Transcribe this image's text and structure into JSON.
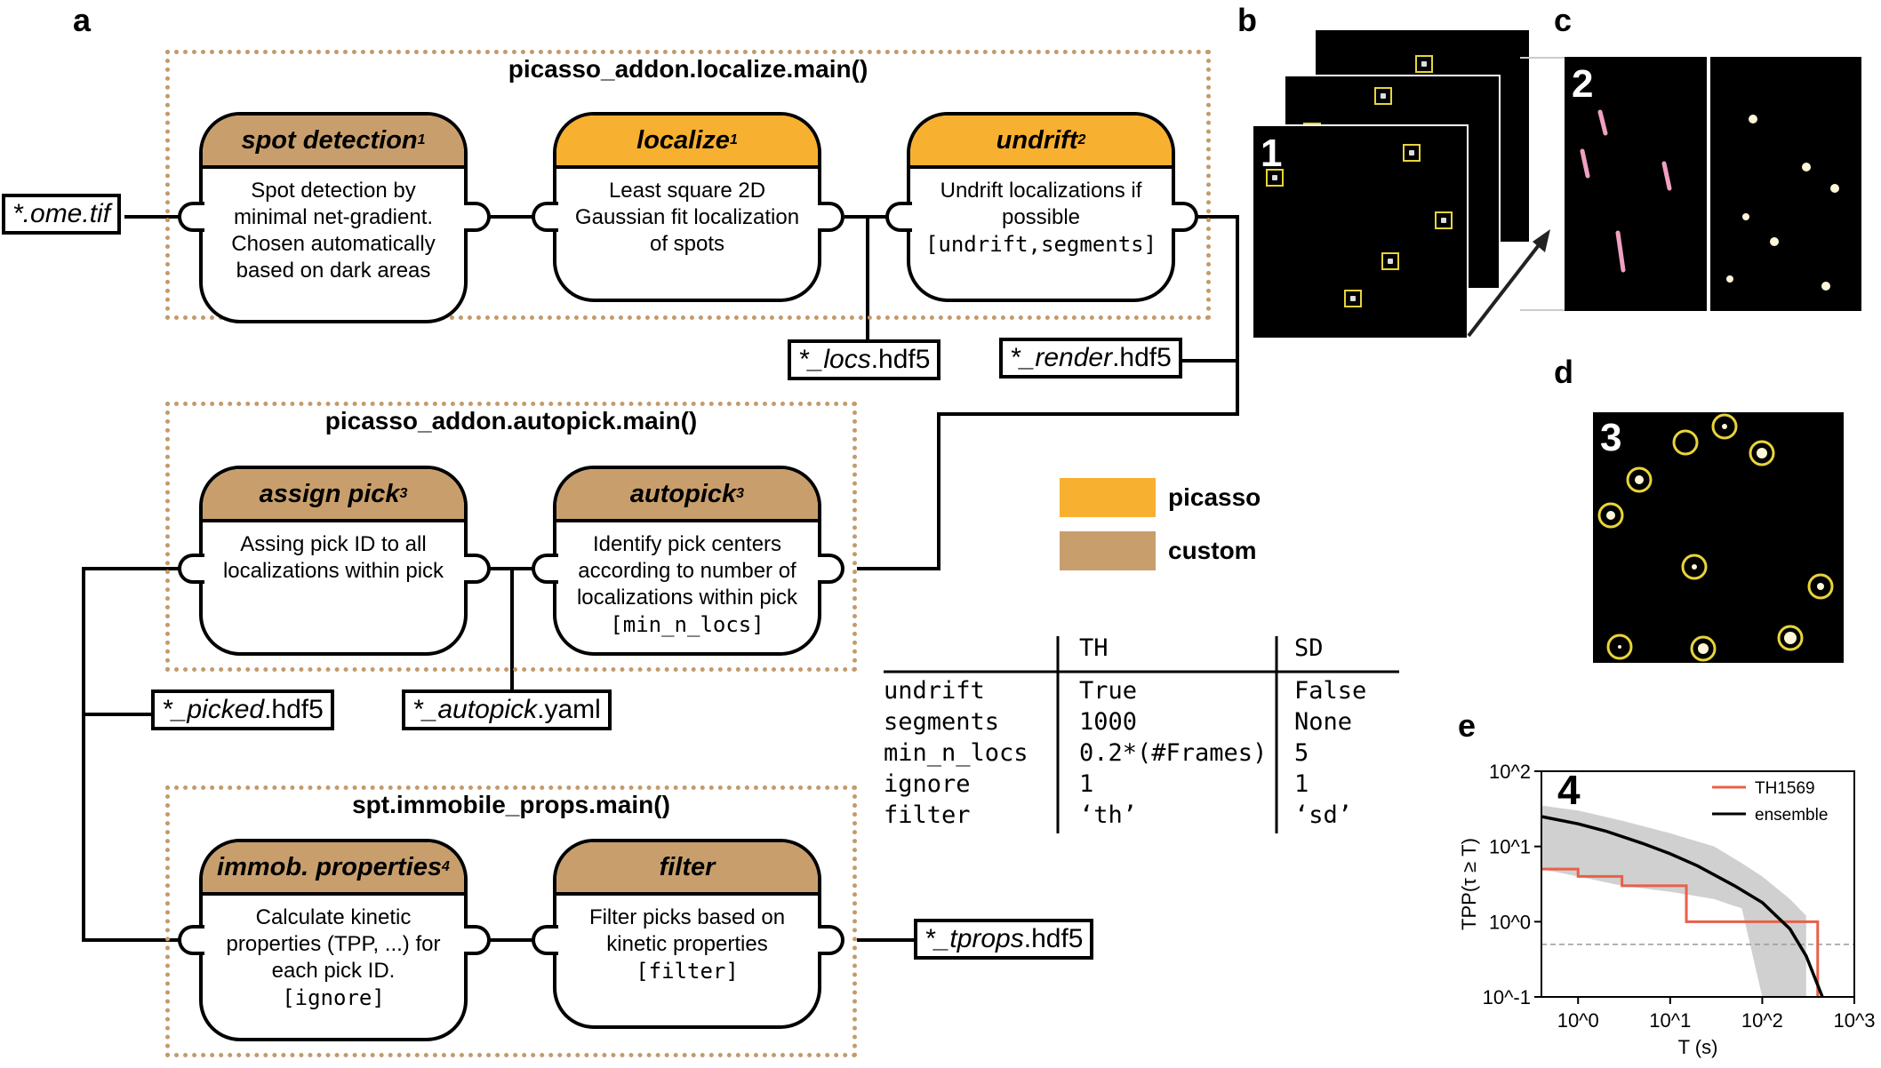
{
  "panels": {
    "a": "a",
    "b": "b",
    "c": "c",
    "d": "d",
    "e": "e"
  },
  "colors": {
    "picasso": "#f8b030",
    "custom": "#c89f6c",
    "group_border": "#c49a6c",
    "filter_line": "#e8604a",
    "image_box": "#e8d43a"
  },
  "groups": [
    {
      "title": "picasso_addon.localize.main()"
    },
    {
      "title": "picasso_addon.autopick.main()"
    },
    {
      "title": "spt.immobile_props.main()"
    }
  ],
  "modules": {
    "spot_detection": {
      "title": "spot detection",
      "sup": "1",
      "body": "Spot detection by minimal net-gradient. Chosen automatically based on dark areas",
      "param": ""
    },
    "localize": {
      "title": "localize",
      "sup": "1",
      "body": "Least square 2D Gaussian fit localization of spots",
      "param": ""
    },
    "undrift": {
      "title": "undrift",
      "sup": "2",
      "body": "Undrift localizations if possible",
      "param": "[undrift,segments]"
    },
    "assign_pick": {
      "title": "assign pick",
      "sup": "3",
      "body": "Assing pick ID to all localizations within pick",
      "param": ""
    },
    "autopick": {
      "title": "autopick",
      "sup": "3",
      "body": "Identify pick centers according to number of localizations within pick",
      "param": "[min_n_locs]"
    },
    "immob_properties": {
      "title": "immob. properties",
      "sup": "4",
      "body": "Calculate kinetic properties (TPP, ...) for each pick ID.",
      "param": "[ignore]"
    },
    "filter": {
      "title": "filter",
      "sup": "",
      "body": "Filter picks based on kinetic properties",
      "param": "[filter]"
    }
  },
  "files": {
    "ome": {
      "pre": "*.ome.tif",
      "suf": ""
    },
    "locs": {
      "pre": "*_locs",
      "suf": ".hdf5"
    },
    "render": {
      "pre": "*_render",
      "suf": ".hdf5"
    },
    "picked": {
      "pre": "*_picked",
      "suf": ".hdf5"
    },
    "autopick": {
      "pre": "*_autopick",
      "suf": ".yaml"
    },
    "tprops": {
      "pre": "*_tprops",
      "suf": ".hdf5"
    }
  },
  "legend": [
    {
      "label": "picasso",
      "color": "#f8b030"
    },
    {
      "label": "custom",
      "color": "#c89f6c"
    }
  ],
  "param_table": {
    "headers": [
      "",
      "TH",
      "SD"
    ],
    "rows": [
      [
        "undrift",
        "True",
        "False"
      ],
      [
        "segments",
        "1000",
        "None"
      ],
      [
        "min_n_locs",
        "0.2*(#Frames)",
        "5"
      ],
      [
        "ignore",
        "1",
        "1"
      ],
      [
        "filter",
        "‘th’",
        "‘sd’"
      ]
    ]
  },
  "image_labels": {
    "b": "1",
    "c": "2",
    "d": "3",
    "e": "4"
  },
  "chart_data": {
    "type": "line",
    "xlabel": "T (s)",
    "ylabel": "TPP(τ ≥ T)",
    "xscale": "log",
    "yscale": "log",
    "xlim": [
      0.4,
      1000
    ],
    "ylim": [
      0.1,
      100
    ],
    "xticks": [
      "10^0",
      "10^1",
      "10^2",
      "10^3"
    ],
    "yticks": [
      "10^-1",
      "10^0",
      "10^1",
      "10^2"
    ],
    "legend_position": "top-right",
    "threshold_y": 0.5,
    "series": [
      {
        "name": "TH1569",
        "color": "#e8604a",
        "x": [
          0.4,
          1.0,
          1.0,
          3.0,
          3.0,
          15,
          15,
          150,
          150,
          400,
          400
        ],
        "y": [
          5,
          5,
          4,
          4,
          3,
          3,
          1,
          1,
          1,
          1,
          0.1
        ]
      },
      {
        "name": "ensemble",
        "color": "#000000",
        "x": [
          0.4,
          1,
          2,
          5,
          10,
          20,
          50,
          100,
          200,
          300,
          450
        ],
        "y": [
          25,
          20,
          16,
          11,
          8,
          5.5,
          3,
          1.8,
          0.8,
          0.35,
          0.1
        ]
      }
    ],
    "band": {
      "name": "",
      "color": "#d0d0d0",
      "x": [
        0.4,
        1,
        3,
        10,
        30,
        60,
        100,
        200,
        300
      ],
      "upper": [
        35,
        30,
        22,
        15,
        10,
        6,
        4,
        2,
        1.2
      ],
      "lower": [
        5,
        4,
        3,
        2.5,
        2,
        1.5,
        0.1,
        0.1,
        0.1
      ]
    }
  }
}
